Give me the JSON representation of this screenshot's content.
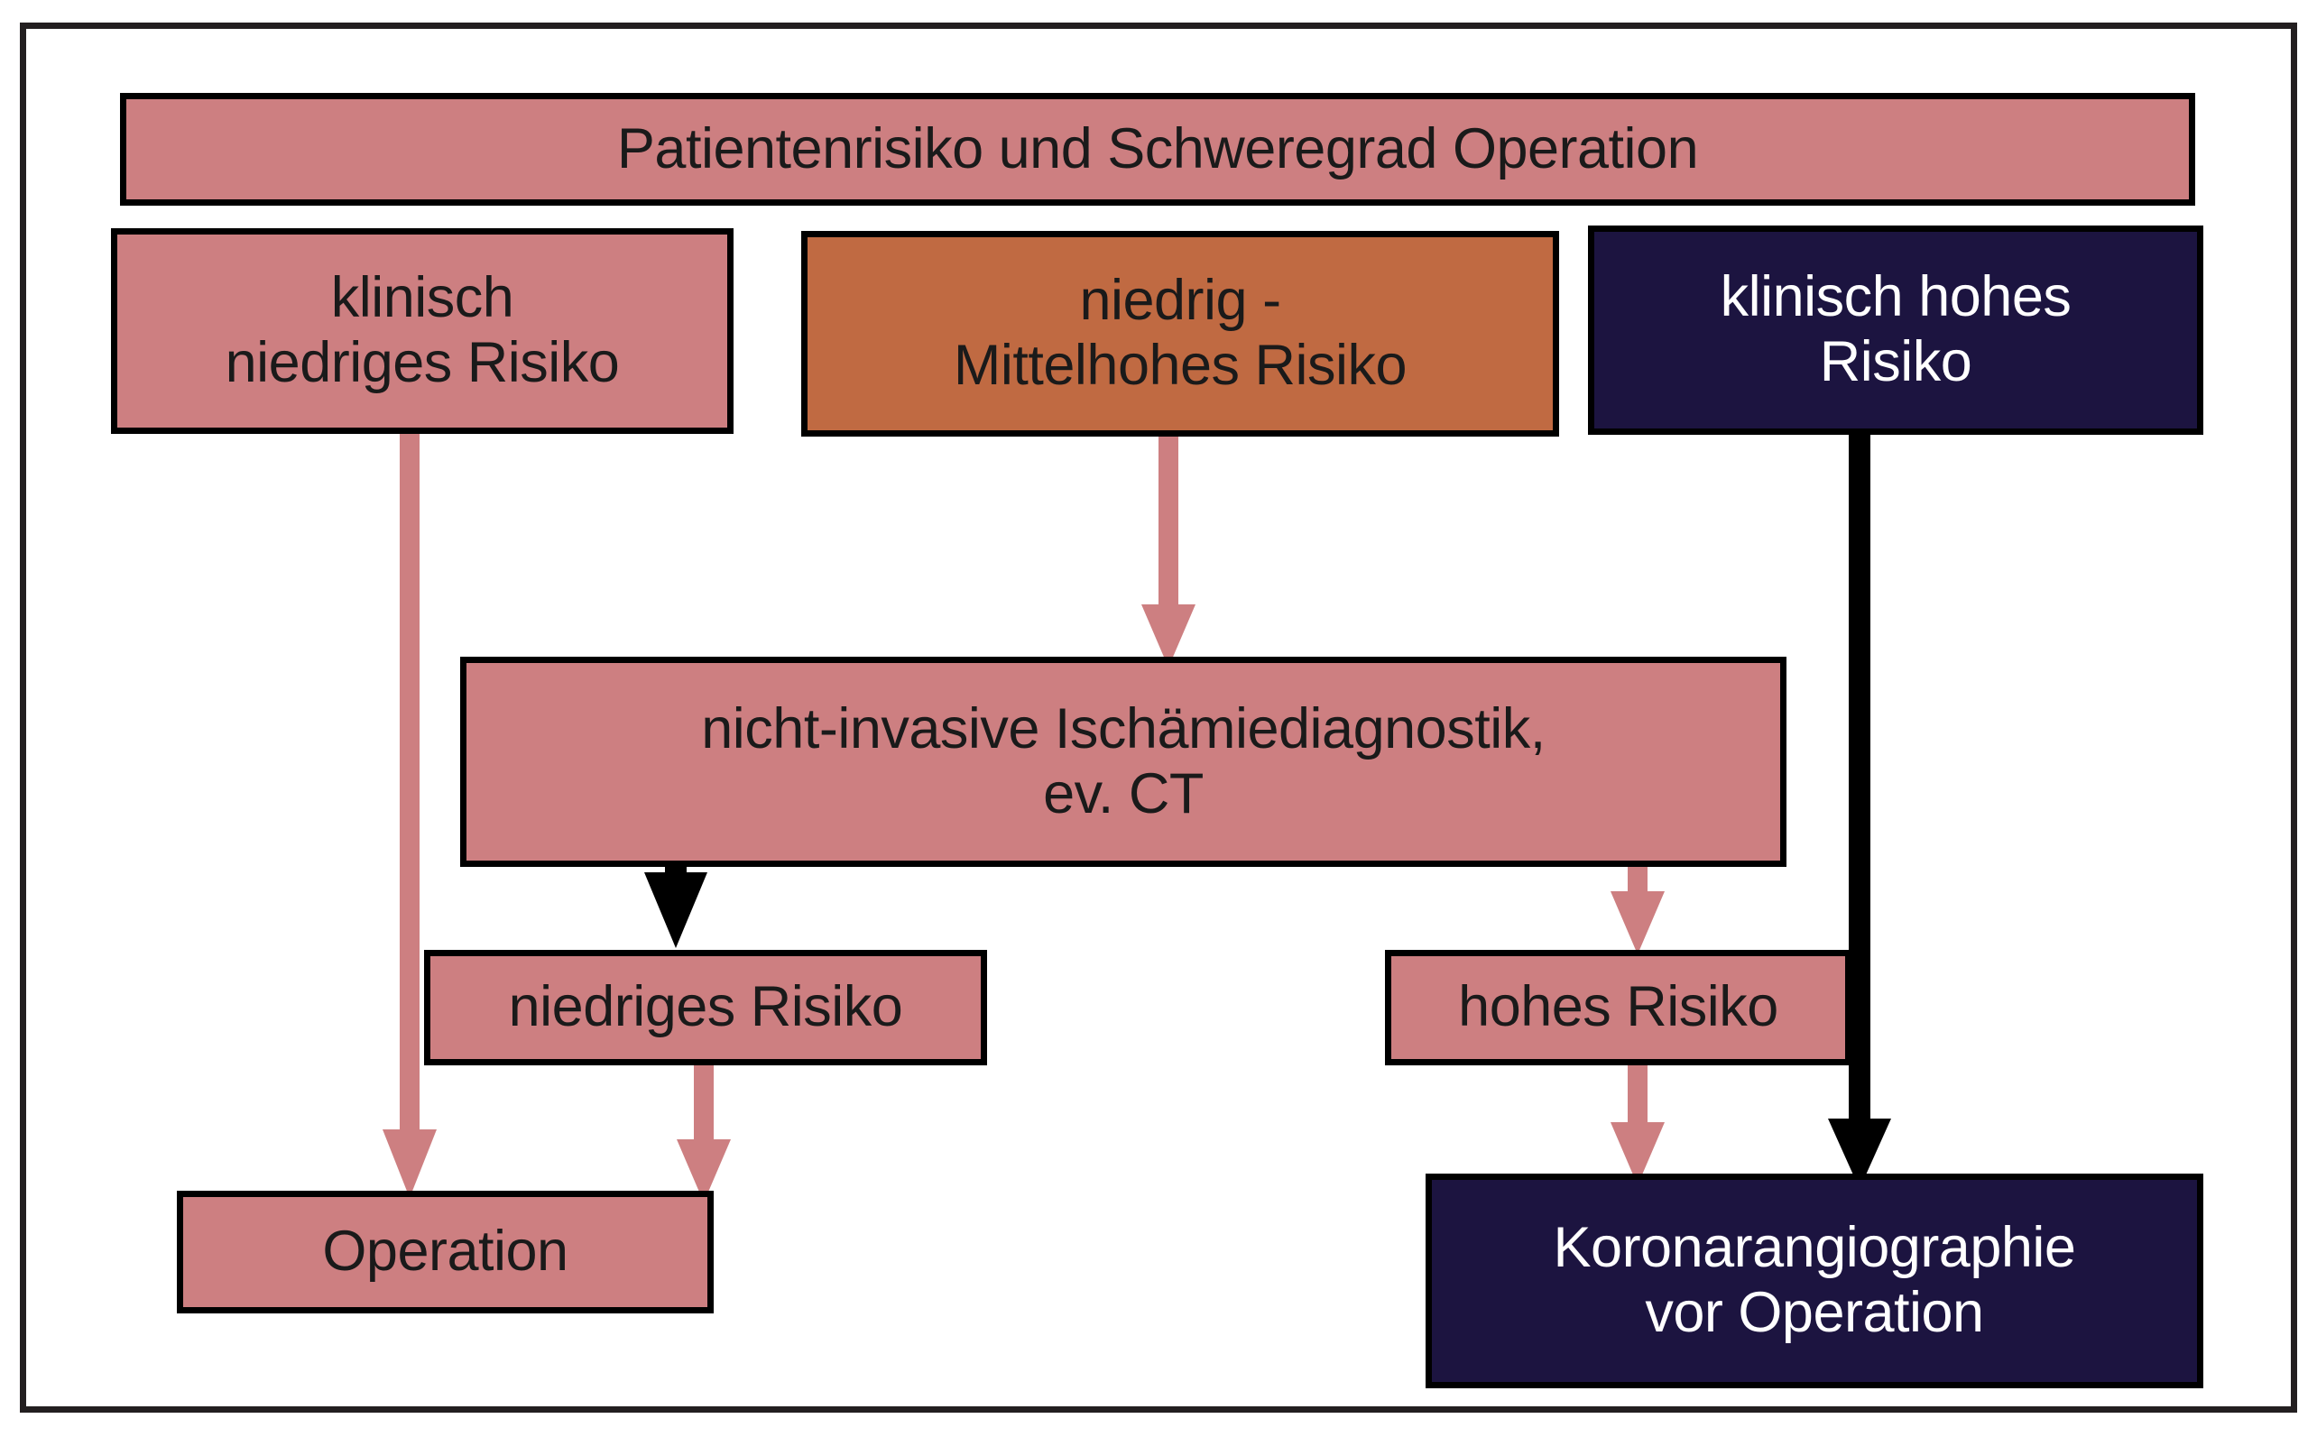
{
  "diagram": {
    "title": "Patientenrisiko und Schweregrad Operation",
    "colors": {
      "pink": "#cd7f81",
      "orange": "#c06a42",
      "navy": "#1c1440",
      "outline": "#000000",
      "frame": "#231f20",
      "text_dark": "#1a1a1a",
      "text_light": "#ffffff"
    },
    "nodes": {
      "header": {
        "label": "Patientenrisiko und Schweregrad Operation",
        "color": "pink"
      },
      "low_clinical_risk": {
        "line1": "klinisch",
        "line2": "niedriges Risiko",
        "color": "pink"
      },
      "low_mid_risk": {
        "line1": "niedrig -",
        "line2": "Mittelhohes Risiko",
        "color": "orange"
      },
      "high_clinical_risk": {
        "line1": "klinisch hohes",
        "line2": "Risiko",
        "color": "navy"
      },
      "noninvasive": {
        "line1": "nicht-invasive   Ischämiediagnostik,",
        "line2": "ev. CT",
        "color": "pink"
      },
      "low_risk_result": {
        "label": "niedriges Risiko",
        "color": "pink"
      },
      "high_risk_result": {
        "label": "hohes Risiko",
        "color": "pink"
      },
      "operation": {
        "label": "Operation",
        "color": "pink"
      },
      "coronary": {
        "line1": "Koronarangiographie",
        "line2": "vor Operation",
        "color": "navy"
      }
    },
    "connectors": [
      {
        "name": "low-clinical-risk-to-operation",
        "color": "pink"
      },
      {
        "name": "low-mid-risk-to-noninvasive",
        "color": "pink"
      },
      {
        "name": "high-clinical-risk-to-coronary",
        "color": "black"
      },
      {
        "name": "noninvasive-to-low-risk-result",
        "color": "black"
      },
      {
        "name": "noninvasive-to-high-risk-result",
        "color": "pink"
      },
      {
        "name": "low-risk-result-to-operation",
        "color": "pink"
      },
      {
        "name": "high-risk-result-to-coronary",
        "color": "pink"
      }
    ]
  }
}
